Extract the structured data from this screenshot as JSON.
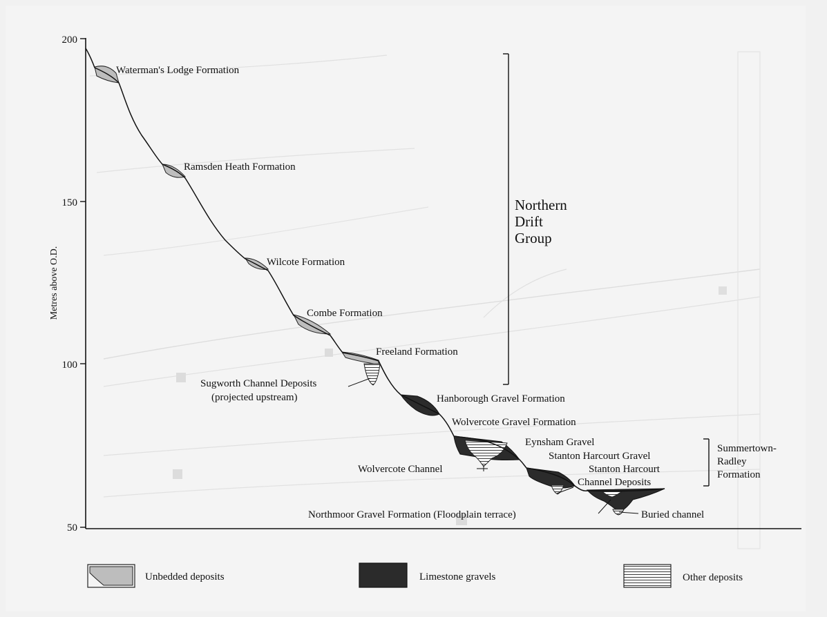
{
  "axis": {
    "ylabel": "Metres above O.D.",
    "ticks": [
      "200",
      "150",
      "100",
      "50"
    ]
  },
  "formations": {
    "watermans_lodge": "Waterman's Lodge Formation",
    "ramsden_heath": "Ramsden Heath Formation",
    "wilcote": "Wilcote Formation",
    "combe": "Combe Formation",
    "freeland": "Freeland Formation",
    "sugworth_line1": "Sugworth Channel Deposits",
    "sugworth_line2": "(projected upstream)",
    "hanborough": "Hanborough Gravel Formation",
    "wolvercote_gravel": "Wolvercote Gravel Formation",
    "wolvercote_channel": "Wolvercote Channel",
    "eynsham": "Eynsham Gravel",
    "stanton_gravel": "Stanton Harcourt Gravel",
    "stanton_channel_line1": "Stanton Harcourt",
    "stanton_channel_line2": "Channel Deposits",
    "northmoor": "Northmoor Gravel Formation (Floodplain terrace)",
    "buried_channel": "Buried channel"
  },
  "groups": {
    "northern_drift": [
      "Northern",
      "Drift",
      "Group"
    ],
    "summertown_radley": [
      "Summertown-",
      "Radley",
      "Formation"
    ]
  },
  "legend": {
    "unbedded": "Unbedded deposits",
    "limestone": "Limestone gravels",
    "other": "Other deposits"
  },
  "colors": {
    "unbedded_fill": "#bdbdbd",
    "limestone_fill": "#2b2b2b",
    "line": "#111111",
    "background": "#f4f4f4"
  }
}
